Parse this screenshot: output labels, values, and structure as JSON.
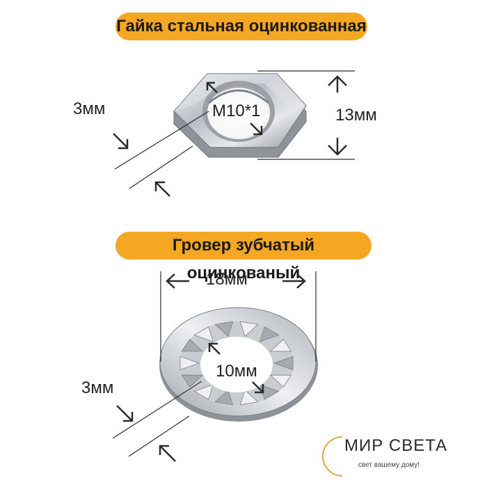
{
  "nut": {
    "title": "Гайка стальная оцинкованная",
    "thickness": "3мм",
    "thread": "M10*1",
    "height": "13мм"
  },
  "washer": {
    "title": "Гровер зубчатый оцинкованый",
    "outer_diameter": "18мм",
    "inner_diameter": "10мм",
    "thickness": "3мм"
  },
  "brand": {
    "name": "МИР СВЕТА",
    "slogan": "свет вашему дому!"
  },
  "colors": {
    "accent": "#f5a623",
    "metal": "#b8bcc2",
    "arrow": "#2b2b2b"
  }
}
